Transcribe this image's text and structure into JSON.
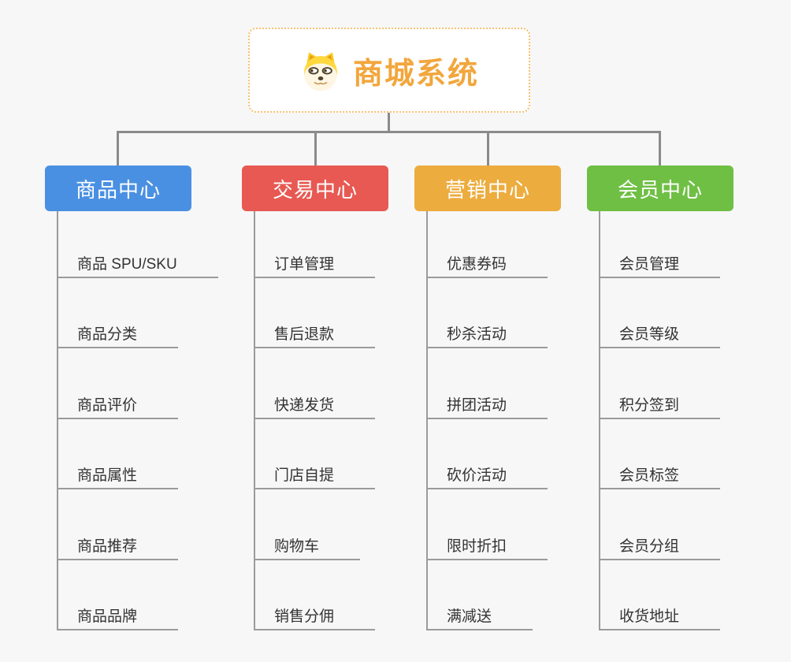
{
  "app": {
    "background": "#F7F7F7",
    "connector_color": "#8B8B8B",
    "leaf_line_color": "#9B9B9B"
  },
  "root": {
    "title": "商城系统",
    "icon": "dog-face-icon",
    "accent_color": "#F2A63C",
    "border_color": "#F6C071"
  },
  "branches": [
    {
      "label": "商品中心",
      "color": "#4A90E2",
      "items": [
        "商品 SPU/SKU",
        "商品分类",
        "商品评价",
        "商品属性",
        "商品推荐",
        "商品品牌"
      ]
    },
    {
      "label": "交易中心",
      "color": "#E75952",
      "items": [
        "订单管理",
        "售后退款",
        "快递发货",
        "门店自提",
        "购物车",
        "销售分佣"
      ]
    },
    {
      "label": "营销中心",
      "color": "#EDAC3E",
      "items": [
        "优惠券码",
        "秒杀活动",
        "拼团活动",
        "砍价活动",
        "限时折扣",
        "满减送"
      ]
    },
    {
      "label": "会员中心",
      "color": "#6FBF44",
      "items": [
        "会员管理",
        "会员等级",
        "积分签到",
        "会员标签",
        "会员分组",
        "收货地址"
      ]
    }
  ]
}
